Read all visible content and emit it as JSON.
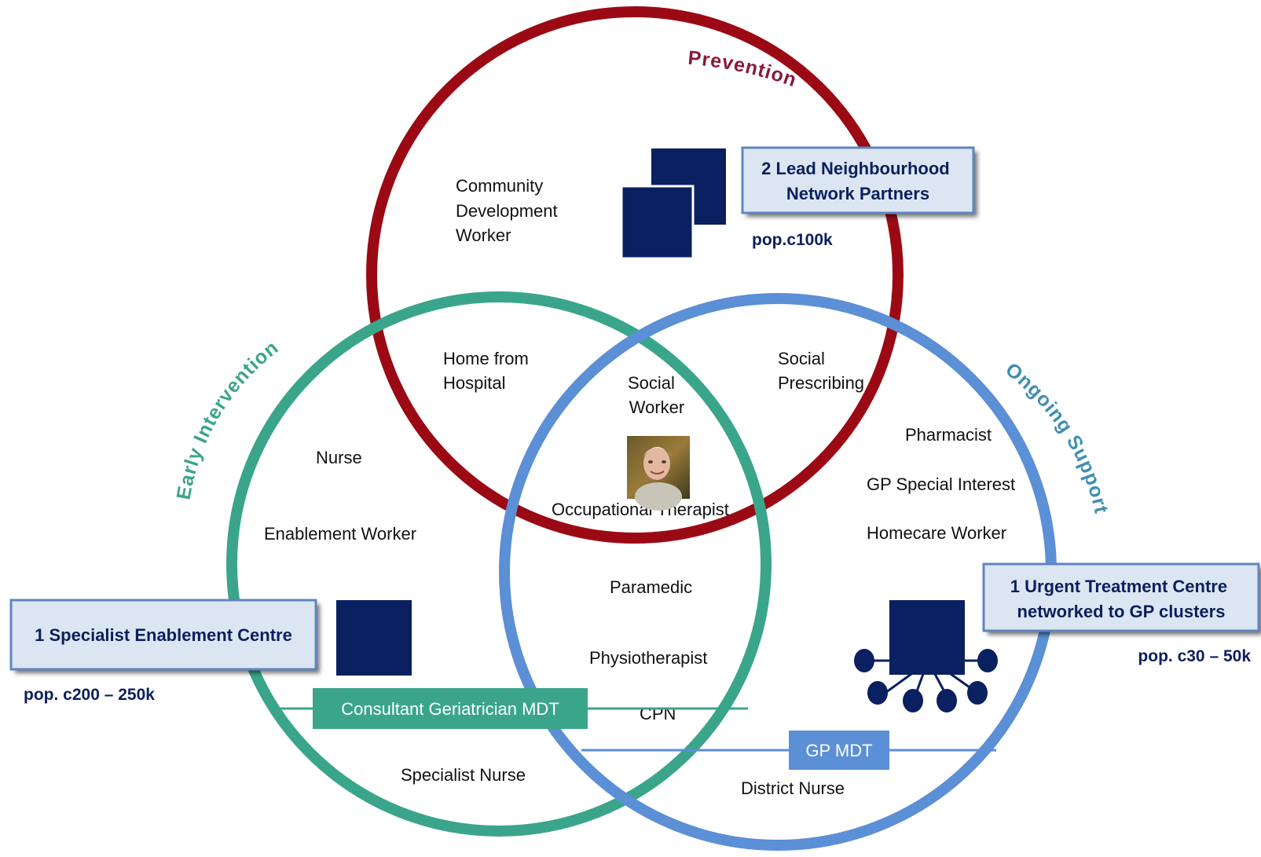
{
  "circles": {
    "prevention": {
      "title": "Prevention",
      "color": "#9b0a14"
    },
    "early_intervention": {
      "title": "Early Intervention",
      "color": "#3aa58a"
    },
    "ongoing_support": {
      "title": "Ongoing Support",
      "color": "#5b8fd6"
    }
  },
  "title_colors": {
    "prevention": "#8b1a3a",
    "early_intervention": "#3aa58a",
    "ongoing_support": "#3f8fb0"
  },
  "roles": {
    "community_development_worker": [
      "Community",
      "Development",
      "Worker"
    ],
    "home_from_hospital": [
      "Home from",
      "Hospital"
    ],
    "social_worker": [
      "Social",
      "Worker"
    ],
    "social_prescribing": [
      "Social",
      "Prescribing"
    ],
    "nurse": "Nurse",
    "enablement_worker": "Enablement Worker",
    "occupational_therapist": "Occupational Therapist",
    "pharmacist": "Pharmacist",
    "gp_special_interest": "GP Special Interest",
    "homecare_worker": "Homecare Worker",
    "paramedic": "Paramedic",
    "physiotherapist": "Physiotherapist",
    "cpn": "CPN",
    "specialist_nurse": "Specialist Nurse",
    "district_nurse": "District Nurse"
  },
  "boxes": {
    "neighbourhood": {
      "lines": [
        "2 Lead Neighbourhood",
        "Network Partners"
      ],
      "pop": "pop.c100k"
    },
    "urgent_treatment": {
      "lines": [
        "1 Urgent Treatment Centre",
        "networked to GP clusters"
      ],
      "pop": "pop. c30 – 50k"
    },
    "enablement_centre": {
      "lines": [
        "1 Specialist Enablement Centre"
      ],
      "pop": "pop. c200 – 250k"
    }
  },
  "bands": {
    "consultant_mdt": {
      "label": "Consultant Geriatrician MDT",
      "color": "#3aa58a"
    },
    "gp_mdt": {
      "label": "GP MDT",
      "color": "#5b8fd6"
    }
  },
  "colors": {
    "navy": "#0a2060",
    "box_fill": "#dce6f2",
    "box_border": "#5f86c0"
  },
  "photo": {
    "icon": "older-man-portrait"
  }
}
